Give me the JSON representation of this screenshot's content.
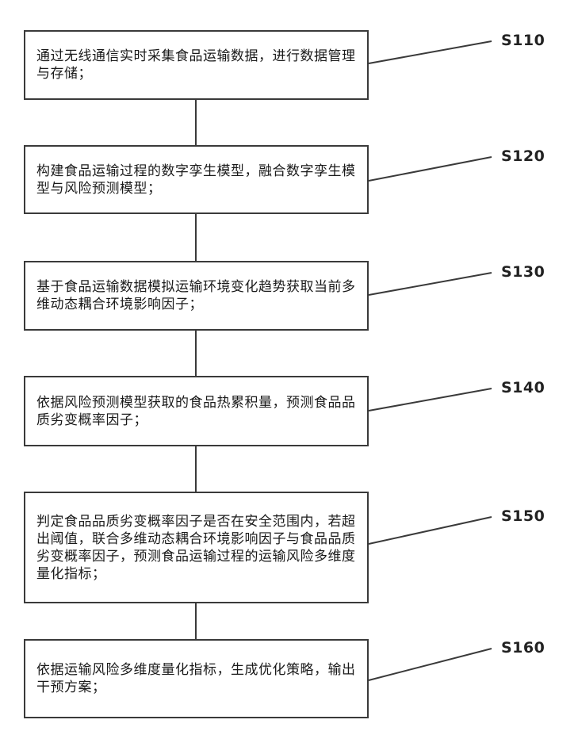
{
  "steps": [
    {
      "id": "S110",
      "text": "通过无线通信实时采集食品运输数据，进行数据管理与存储；"
    },
    {
      "id": "S120",
      "text": "构建食品运输过程的数字孪生模型，融合数字孪生模型与风险预测模型；"
    },
    {
      "id": "S130",
      "text": "基于食品运输数据模拟运输环境变化趋势获取当前多维动态耦合环境影响因子；"
    },
    {
      "id": "S140",
      "text": "依据风险预测模型获取的食品热累积量，预测食品品质劣变概率因子；"
    },
    {
      "id": "S150",
      "text": "判定食品品质劣变概率因子是否在安全范围内，若超出阈值，联合多维动态耦合环境影响因子与食品品质劣变概率因子，预测食品运输过程的运输风险多维度量化指标；"
    },
    {
      "id": "S160",
      "text": "依据运输风险多维度量化指标，生成优化策略，输出干预方案；"
    }
  ],
  "colors": {
    "stroke": "#3a3a3a",
    "text": "#1a1a1a"
  }
}
